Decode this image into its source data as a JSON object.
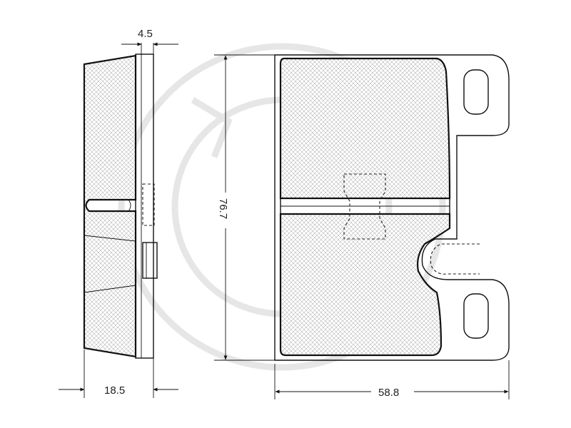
{
  "dimensions": {
    "shim_thickness": "4.5",
    "total_thickness": "18.5",
    "height": "76.7",
    "width": "58.8"
  },
  "colors": {
    "line": "#111111",
    "hatch": "#9a9a9a",
    "watermark": "#e6e6e6"
  }
}
